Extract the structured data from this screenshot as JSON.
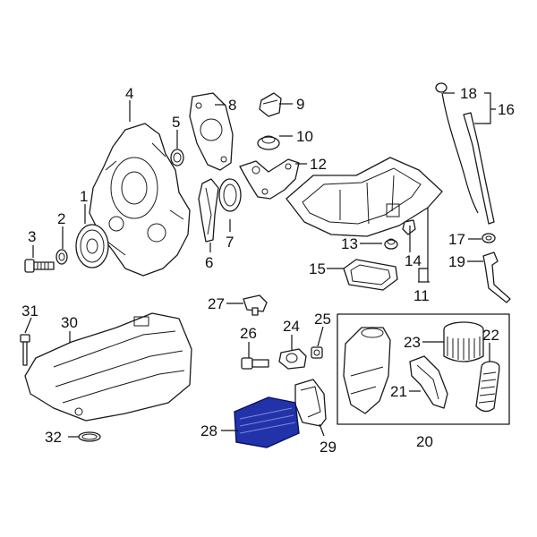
{
  "diagram": {
    "callouts": {
      "c1": "1",
      "c2": "2",
      "c3": "3",
      "c4": "4",
      "c5": "5",
      "c6": "6",
      "c7": "7",
      "c8": "8",
      "c9": "9",
      "c10": "10",
      "c11": "11",
      "c12": "12",
      "c13": "13",
      "c14": "14",
      "c15": "15",
      "c16": "16",
      "c17": "17",
      "c18": "18",
      "c19": "19",
      "c20": "20",
      "c21": "21",
      "c22": "22",
      "c23": "23",
      "c24": "24",
      "c25": "25",
      "c26": "26",
      "c27": "27",
      "c28": "28",
      "c29": "29",
      "c30": "30",
      "c31": "31",
      "c32": "32"
    },
    "highlighted_part": "28",
    "highlight_color": "#2233aa",
    "line_color": "#1a1a1a"
  }
}
